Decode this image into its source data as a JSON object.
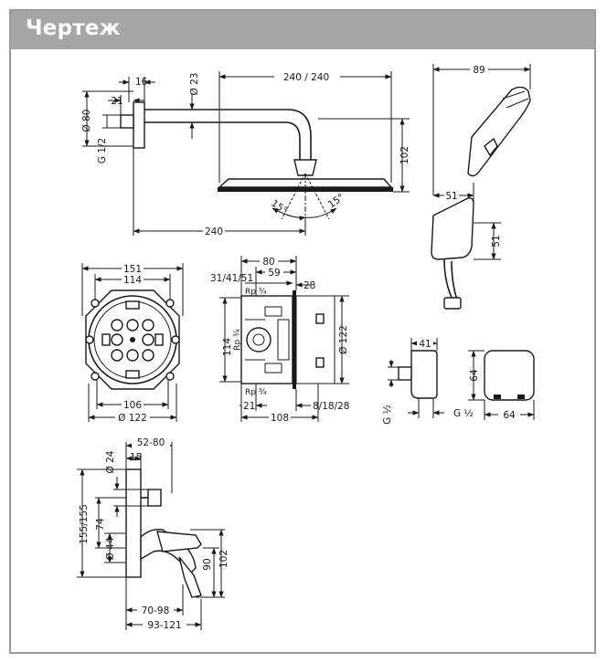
{
  "header": {
    "title": "Чертеж"
  },
  "dims": {
    "shower_arm": {
      "d16": "16",
      "d21": "21",
      "dia80": "Ø 80",
      "g12": "G 1/2",
      "dia23": "Ø 23",
      "w240_240": "240 / 240",
      "h102": "102",
      "angle_left": "15°",
      "angle_right": "15°",
      "w240": "240"
    },
    "hand_shower": {
      "w89": "89",
      "d51a": "51",
      "d51b": "51"
    },
    "ibox": {
      "w151": "151",
      "w114": "114",
      "w106": "106",
      "dia122": "Ø 122"
    },
    "ibox_side": {
      "d80": "80",
      "d59": "59",
      "d313": "31/41/51",
      "d28": "28",
      "rp_top": "Rp ¾",
      "rp_mid": "Rp ¾",
      "rp_bot": "Rp ¾",
      "h114": "114",
      "dia122": "Ø 122",
      "d21": "21",
      "d108": "108",
      "d81828": "8/18/28"
    },
    "outlet": {
      "d41": "41",
      "g12v": "G ½",
      "g12h": "G ½"
    },
    "holder": {
      "h64": "64",
      "w64": "64"
    },
    "mixer": {
      "d5280": "52-80",
      "dia24": "Ø 24",
      "d15": "15",
      "d155": "155/155",
      "d74": "74",
      "dia44": "Ø 44",
      "d90": "90",
      "d102": "102",
      "d7098": "70-98",
      "d93121": "93-121"
    }
  }
}
